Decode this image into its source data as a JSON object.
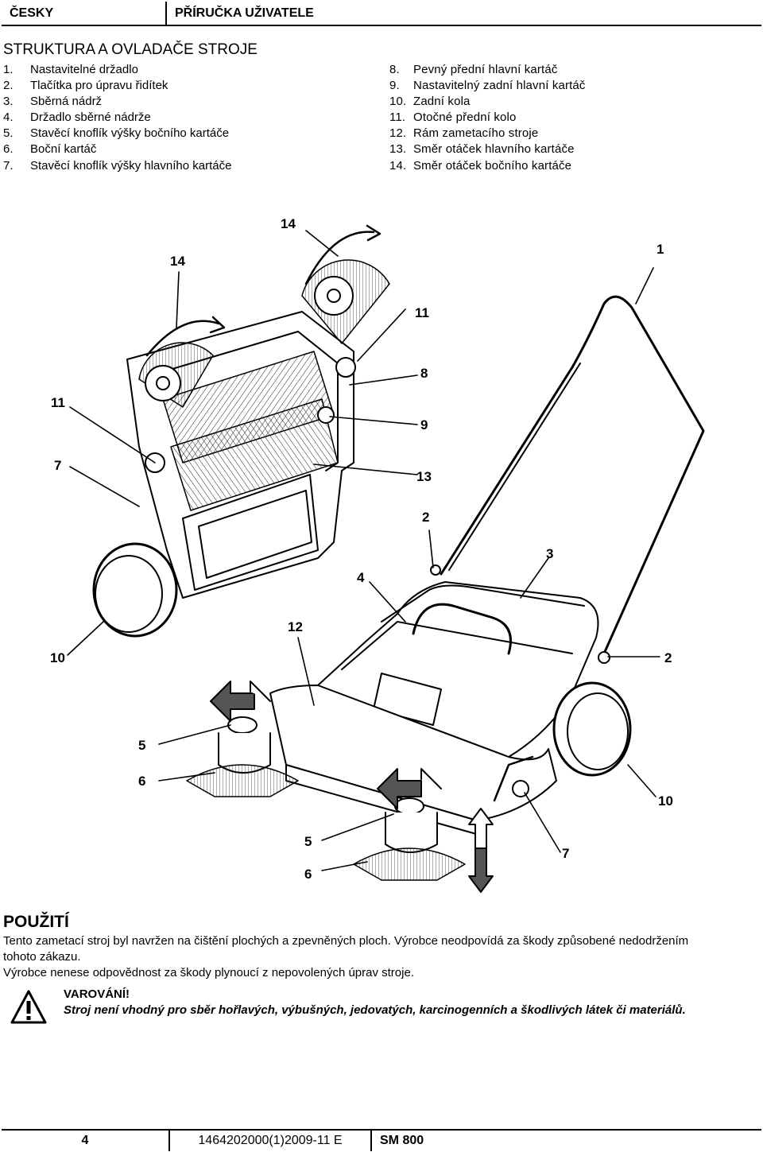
{
  "header": {
    "language": "ČESKY",
    "title": "PŘÍRUČKA UŽIVATELE"
  },
  "structure": {
    "title": "STRUKTURA A OVLADAČE STROJE",
    "items_left": [
      {
        "num": "1.",
        "text": "Nastavitelné držadlo"
      },
      {
        "num": "2.",
        "text": "Tlačítka pro úpravu řidítek"
      },
      {
        "num": "3.",
        "text": "Sběrná nádrž"
      },
      {
        "num": "4.",
        "text": "Držadlo sběrné nádrže"
      },
      {
        "num": "5.",
        "text": "Stavěcí knoflík výšky bočního kartáče"
      },
      {
        "num": "6.",
        "text": "Boční kartáč"
      },
      {
        "num": "7.",
        "text": "Stavěcí knoflík výšky hlavního kartáče"
      }
    ],
    "items_right": [
      {
        "num": "8.",
        "text": "Pevný přední hlavní kartáč"
      },
      {
        "num": "9.",
        "text": "Nastavitelný zadní hlavní kartáč"
      },
      {
        "num": "10.",
        "text": "Zadní kola"
      },
      {
        "num": "11.",
        "text": "Otočné přední kolo"
      },
      {
        "num": "12.",
        "text": "Rám zametacího stroje"
      },
      {
        "num": "13.",
        "text": "Směr otáček hlavního kartáče"
      },
      {
        "num": "14.",
        "text": "Směr otáček bočního kartáče"
      }
    ]
  },
  "figure": {
    "callouts": [
      "14",
      "14",
      "1",
      "11",
      "8",
      "11",
      "9",
      "7",
      "13",
      "2",
      "3",
      "4",
      "12",
      "10",
      "2",
      "5",
      "6",
      "10",
      "5",
      "7",
      "6"
    ]
  },
  "usage": {
    "title": "POUŽITÍ",
    "p1_line1": "Tento zametací stroj byl navržen na čištění plochých a zpevněných ploch. Výrobce neodpovídá za škody způsobené nedodržením",
    "p1_line2": "tohoto zákazu.",
    "p2": "Výrobce nenese odpovědnost za škody plynoucí z nepovolených úprav stroje.",
    "warning_title": "VAROVÁNÍ!",
    "warning_text": "Stroj není vhodný pro sběr hořlavých, výbušných, jedovatých, karcinogenních a škodlivých látek či materiálů."
  },
  "footer": {
    "page": "4",
    "doc_code": "1464202000(1)2009-11 E",
    "model": "SM 800"
  }
}
